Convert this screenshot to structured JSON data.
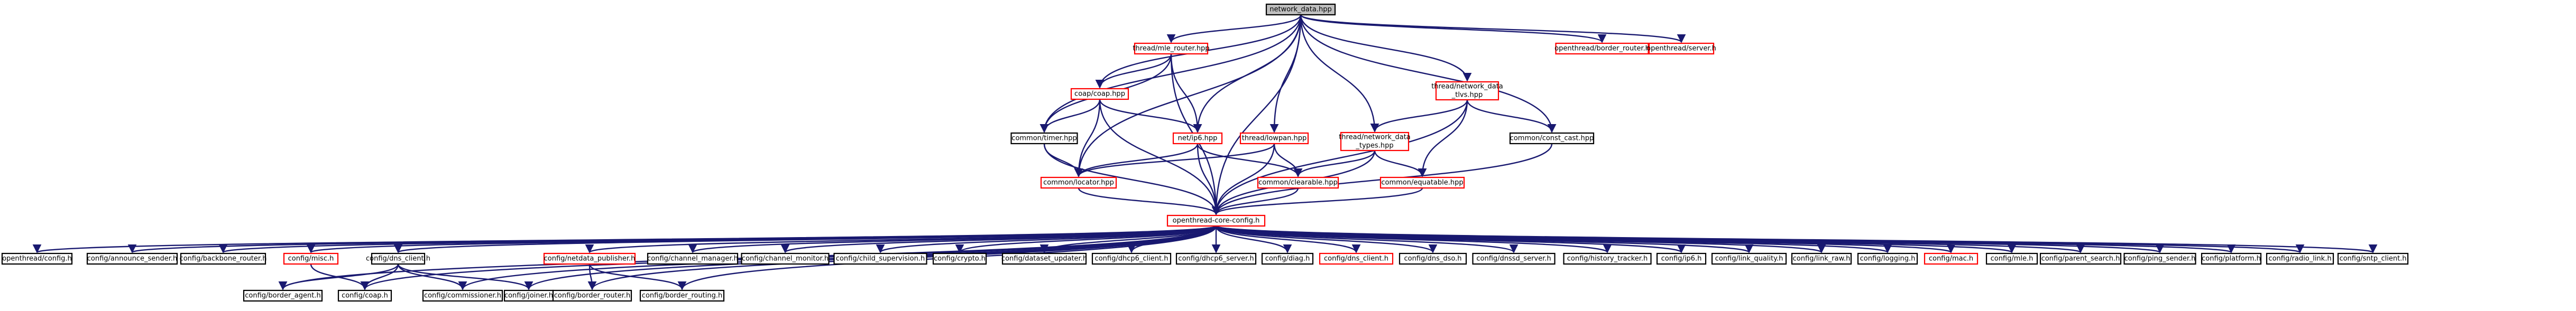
{
  "colors": {
    "edge": "#191970",
    "node_border_black": "#000000",
    "node_border_red": "#ff0000",
    "root_fill": "#bfbfbf",
    "node_fill": "#ffffff"
  },
  "nodes": [
    {
      "id": "root",
      "label": "network_data.hpp",
      "kind": "root"
    },
    {
      "id": "mle",
      "label": "thread/mle_router.hpp",
      "kind": "red"
    },
    {
      "id": "br",
      "label": "openthread/border_router.h",
      "kind": "red"
    },
    {
      "id": "ser",
      "label": "openthread/server.h",
      "kind": "red"
    },
    {
      "id": "coap",
      "label": "coap/coap.hpp",
      "kind": "red"
    },
    {
      "id": "ndtlv",
      "label": "thread/network_data _tlvs.hpp",
      "kind": "red"
    },
    {
      "id": "timer",
      "label": "common/timer.hpp",
      "kind": "black"
    },
    {
      "id": "ip6",
      "label": "net/ip6.hpp",
      "kind": "red"
    },
    {
      "id": "lowpan",
      "label": "thread/lowpan.hpp",
      "kind": "red"
    },
    {
      "id": "ndtypes",
      "label": "thread/network_data _types.hpp",
      "kind": "red"
    },
    {
      "id": "constcast",
      "label": "common/const_cast.hpp",
      "kind": "black"
    },
    {
      "id": "locator",
      "label": "common/locator.hpp",
      "kind": "red"
    },
    {
      "id": "clearable",
      "label": "common/clearable.hpp",
      "kind": "red"
    },
    {
      "id": "equatable",
      "label": "common/equatable.hpp",
      "kind": "red"
    },
    {
      "id": "core",
      "label": "openthread-core-config.h",
      "kind": "red"
    },
    {
      "id": "b0",
      "label": "openthread/config.h",
      "kind": "black"
    },
    {
      "id": "b1",
      "label": "config/announce_sender.h",
      "kind": "black"
    },
    {
      "id": "b2",
      "label": "config/backbone_router.h",
      "kind": "black"
    },
    {
      "id": "b3",
      "label": "config/misc.h",
      "kind": "red"
    },
    {
      "id": "b4",
      "label": "config/dns_client.h",
      "kind": "black"
    },
    {
      "id": "b5",
      "label": "config/netdata_publisher.h",
      "kind": "red"
    },
    {
      "id": "b6",
      "label": "config/channel_manager.h",
      "kind": "black"
    },
    {
      "id": "b7",
      "label": "config/channel_monitor.h",
      "kind": "black"
    },
    {
      "id": "b8",
      "label": "config/child_supervision.h",
      "kind": "black"
    },
    {
      "id": "b9",
      "label": "config/crypto.h",
      "kind": "black"
    },
    {
      "id": "b10",
      "label": "config/dataset_updater.h",
      "kind": "black"
    },
    {
      "id": "b11",
      "label": "config/dhcp6_client.h",
      "kind": "black"
    },
    {
      "id": "b12",
      "label": "config/dhcp6_server.h",
      "kind": "black"
    },
    {
      "id": "b13",
      "label": "config/diag.h",
      "kind": "black"
    },
    {
      "id": "b14",
      "label": "config/dns_client.h",
      "kind": "red"
    },
    {
      "id": "b15",
      "label": "config/dns_dso.h",
      "kind": "black"
    },
    {
      "id": "b16",
      "label": "config/dnssd_server.h",
      "kind": "black"
    },
    {
      "id": "b17",
      "label": "config/history_tracker.h",
      "kind": "black"
    },
    {
      "id": "b18",
      "label": "config/ip6.h",
      "kind": "black"
    },
    {
      "id": "b19",
      "label": "config/link_quality.h",
      "kind": "black"
    },
    {
      "id": "b20",
      "label": "config/link_raw.h",
      "kind": "black"
    },
    {
      "id": "b21",
      "label": "config/logging.h",
      "kind": "black"
    },
    {
      "id": "b22",
      "label": "config/mac.h",
      "kind": "red"
    },
    {
      "id": "b23",
      "label": "config/mle.h",
      "kind": "black"
    },
    {
      "id": "b24",
      "label": "config/parent_search.h",
      "kind": "black"
    },
    {
      "id": "b25",
      "label": "config/ping_sender.h",
      "kind": "black"
    },
    {
      "id": "b26",
      "label": "config/platform.h",
      "kind": "black"
    },
    {
      "id": "b27",
      "label": "config/radio_link.h",
      "kind": "black"
    },
    {
      "id": "b28",
      "label": "config/sntp_client.h",
      "kind": "black"
    },
    {
      "id": "c0",
      "label": "config/border_agent.h",
      "kind": "black"
    },
    {
      "id": "c1",
      "label": "config/coap.h",
      "kind": "black"
    },
    {
      "id": "c2",
      "label": "config/commissioner.h",
      "kind": "black"
    },
    {
      "id": "c3",
      "label": "config/joiner.h",
      "kind": "black"
    },
    {
      "id": "c4",
      "label": "config/border_router.h",
      "kind": "black"
    },
    {
      "id": "c5",
      "label": "config/border_routing.h",
      "kind": "black"
    }
  ],
  "edges": [
    [
      "root",
      "mle"
    ],
    [
      "root",
      "br"
    ],
    [
      "root",
      "ser"
    ],
    [
      "root",
      "coap"
    ],
    [
      "root",
      "timer"
    ],
    [
      "root",
      "ip6"
    ],
    [
      "root",
      "lowpan"
    ],
    [
      "root",
      "ndtlv"
    ],
    [
      "root",
      "ndtypes"
    ],
    [
      "root",
      "constcast"
    ],
    [
      "root",
      "locator"
    ],
    [
      "root",
      "core"
    ],
    [
      "mle",
      "coap"
    ],
    [
      "mle",
      "timer"
    ],
    [
      "mle",
      "ip6"
    ],
    [
      "mle",
      "core"
    ],
    [
      "coap",
      "timer"
    ],
    [
      "coap",
      "ip6"
    ],
    [
      "coap",
      "locator"
    ],
    [
      "coap",
      "core"
    ],
    [
      "timer",
      "locator"
    ],
    [
      "timer",
      "core"
    ],
    [
      "ip6",
      "locator"
    ],
    [
      "ip6",
      "clearable"
    ],
    [
      "ip6",
      "core"
    ],
    [
      "lowpan",
      "locator"
    ],
    [
      "lowpan",
      "clearable"
    ],
    [
      "lowpan",
      "core"
    ],
    [
      "ndtlv",
      "ndtypes"
    ],
    [
      "ndtlv",
      "constcast"
    ],
    [
      "ndtlv",
      "equatable"
    ],
    [
      "ndtlv",
      "core"
    ],
    [
      "ndtypes",
      "clearable"
    ],
    [
      "ndtypes",
      "equatable"
    ],
    [
      "ndtypes",
      "core"
    ],
    [
      "constcast",
      "core"
    ],
    [
      "locator",
      "core"
    ],
    [
      "clearable",
      "core"
    ],
    [
      "equatable",
      "core"
    ],
    [
      "core",
      "b0"
    ],
    [
      "core",
      "b1"
    ],
    [
      "core",
      "b2"
    ],
    [
      "core",
      "b3"
    ],
    [
      "core",
      "b4"
    ],
    [
      "core",
      "b5"
    ],
    [
      "core",
      "b6"
    ],
    [
      "core",
      "b7"
    ],
    [
      "core",
      "b8"
    ],
    [
      "core",
      "b9"
    ],
    [
      "core",
      "b10"
    ],
    [
      "core",
      "b11"
    ],
    [
      "core",
      "b12"
    ],
    [
      "core",
      "b13"
    ],
    [
      "core",
      "b14"
    ],
    [
      "core",
      "b15"
    ],
    [
      "core",
      "b16"
    ],
    [
      "core",
      "b17"
    ],
    [
      "core",
      "b18"
    ],
    [
      "core",
      "b19"
    ],
    [
      "core",
      "b20"
    ],
    [
      "core",
      "b21"
    ],
    [
      "core",
      "b22"
    ],
    [
      "core",
      "b23"
    ],
    [
      "core",
      "b24"
    ],
    [
      "core",
      "b25"
    ],
    [
      "core",
      "b26"
    ],
    [
      "core",
      "b27"
    ],
    [
      "core",
      "b28"
    ],
    [
      "core",
      "c0"
    ],
    [
      "core",
      "c1"
    ],
    [
      "core",
      "c2"
    ],
    [
      "core",
      "c3"
    ],
    [
      "core",
      "c4"
    ],
    [
      "core",
      "c5"
    ],
    [
      "b3",
      "c1"
    ],
    [
      "b4",
      "c0"
    ],
    [
      "b4",
      "c1"
    ],
    [
      "b4",
      "c2"
    ],
    [
      "b4",
      "c3"
    ],
    [
      "b5",
      "c4"
    ],
    [
      "b5",
      "c5"
    ]
  ]
}
